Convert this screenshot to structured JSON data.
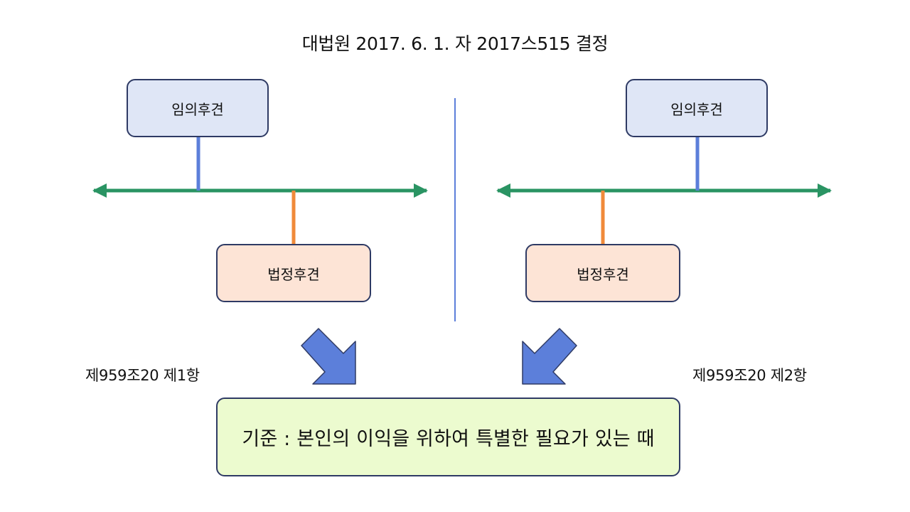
{
  "title": "대법원 2017. 6. 1. 자 2017스515 결정",
  "left_panel": {
    "voluntary_box": "임의후견",
    "legal_box": "법정후견",
    "article_label": "제959조20 제1항"
  },
  "right_panel": {
    "voluntary_box": "임의후견",
    "legal_box": "법정후견",
    "article_label": "제959조20 제2항"
  },
  "criterion_box": "기준 : 본인의 이익을 위하여 특별한 필요가 있는 때",
  "colors": {
    "timeline": "#2a9463",
    "voluntary_connector": "#5c7fda",
    "legal_connector": "#f08a3a",
    "divider": "#5c7fda",
    "big_arrow_fill": "#5c7fda",
    "box_border": "#2e3a64"
  }
}
